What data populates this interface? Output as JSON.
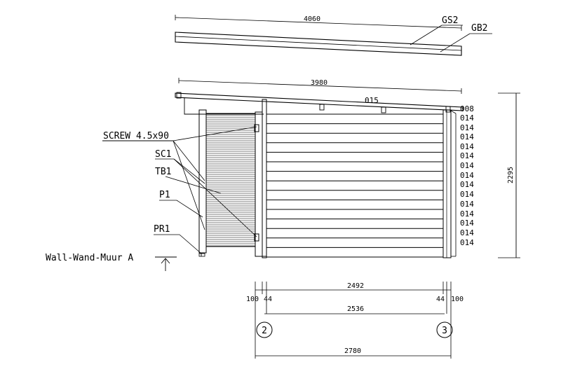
{
  "top_panel": {
    "length": "4060",
    "labels": [
      "GS2",
      "GB2"
    ]
  },
  "roof": {
    "length": "3980",
    "part_label": "015"
  },
  "callouts": [
    "SCREW 4.5x90",
    "SC1",
    "TB1",
    "P1",
    "PR1"
  ],
  "wall_title": "Wall-Wand-Muur A",
  "board_labels": [
    "008",
    "014",
    "014",
    "014",
    "014",
    "014",
    "014",
    "014",
    "014",
    "014",
    "014",
    "014",
    "014",
    "014",
    "014"
  ],
  "height_dim": "2295",
  "bottom_dims": {
    "inner_span": "2492",
    "left_outer": "100",
    "left_inner": "44",
    "right_inner": "44",
    "right_outer": "100",
    "axis_span": "2536",
    "total": "2780",
    "axis_left": "2",
    "axis_right": "3"
  }
}
